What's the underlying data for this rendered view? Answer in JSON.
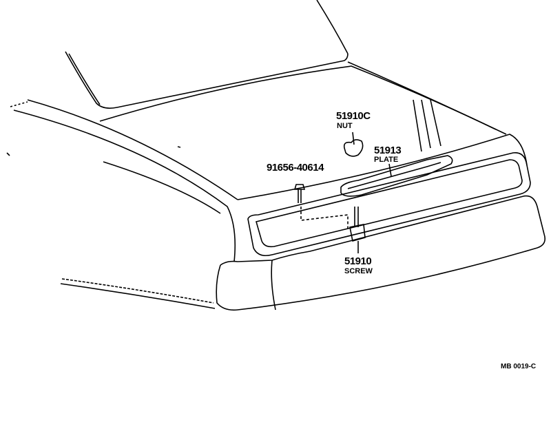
{
  "callouts": [
    {
      "part_number": "51910C",
      "part_name": "NUT"
    },
    {
      "part_number": "51913",
      "part_name": "PLATE"
    },
    {
      "part_number": "91656-40614",
      "part_name": ""
    },
    {
      "part_number": "51910",
      "part_name": "SCREW"
    }
  ],
  "figure_code": "MB 0019-C",
  "colors": {
    "line": "#000000",
    "background": "#ffffff"
  }
}
